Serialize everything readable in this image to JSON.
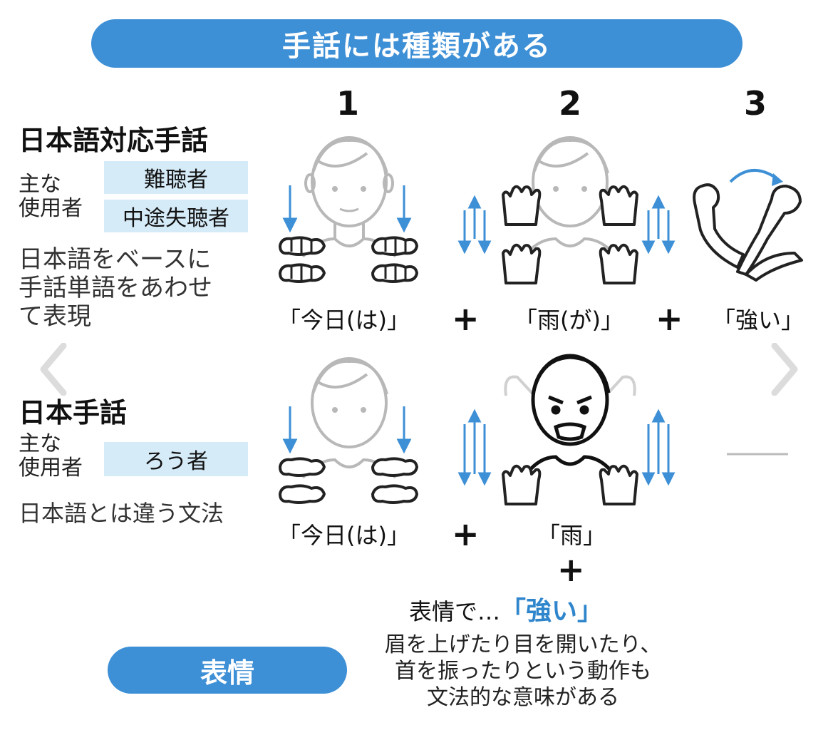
{
  "title": "手話には種類がある",
  "step_numbers": [
    "1",
    "2",
    "3"
  ],
  "section1": {
    "heading": "日本語対応手話",
    "users_label_line1": "主な",
    "users_label_line2": "使用者",
    "users": [
      "難聴者",
      "中途失聴者"
    ],
    "description": [
      "日本語をベースに",
      "手話単語をあわせ",
      "て表現"
    ],
    "captions": [
      "「今日(は)」",
      "「雨(が)」",
      "「強い」"
    ],
    "plus": "+"
  },
  "section2": {
    "heading": "日本手話",
    "users_label_line1": "主な",
    "users_label_line2": "使用者",
    "users": [
      "ろう者"
    ],
    "description": [
      "日本語とは違う文法"
    ],
    "captions": [
      "「今日(は)」",
      "「雨」"
    ],
    "plus": "+",
    "expression_prefix": "表情で…",
    "expression_value": "「強い」"
  },
  "expression_pill": "表情",
  "expression_note": [
    "眉を上げたり目を開いたり、",
    "首を振ったりという動作も",
    "文法的な意味がある"
  ],
  "colors": {
    "accent": "#3d8fd6",
    "box": "#d6ebf8",
    "arrow": "#3d8fd6"
  },
  "icons": [
    "chevron-left-icon",
    "chevron-right-icon"
  ]
}
